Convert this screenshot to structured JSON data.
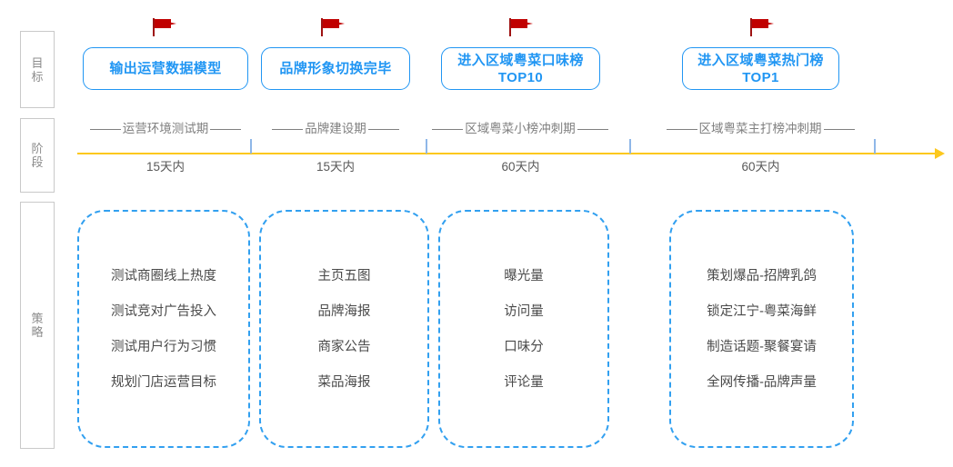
{
  "row_labels": [
    {
      "name": "goal",
      "text": "目标"
    },
    {
      "name": "phase",
      "text": "阶段"
    },
    {
      "name": "strategy",
      "text": "策略"
    }
  ],
  "colors": {
    "accent_blue": "#2196f3",
    "dashed_blue": "#32a0f0",
    "timeline_yellow": "#fcc81e",
    "flag_red": "#c00000",
    "tick_blue": "#8fb7e8",
    "label_gray": "#8c8c8c",
    "body_gray": "#4a4a4a"
  },
  "columns": [
    {
      "goal_line1": "输出运营数据模型",
      "goal_line2": "",
      "flag": "red-flag-icon",
      "phase_name": "运营环境测试期",
      "duration": "15天内",
      "strategies": [
        "测试商圈线上热度",
        "测试竞对广告投入",
        "测试用户行为习惯",
        "规划门店运营目标"
      ]
    },
    {
      "goal_line1": "品牌形象切换完毕",
      "goal_line2": "",
      "flag": "red-flag-icon",
      "phase_name": "品牌建设期",
      "duration": "15天内",
      "strategies": [
        "主页五图",
        "品牌海报",
        "商家公告",
        "菜品海报"
      ]
    },
    {
      "goal_line1": "进入区域粤菜口味榜",
      "goal_line2": "TOP10",
      "flag": "red-flag-icon",
      "phase_name": "区域粤菜小榜冲刺期",
      "duration": "60天内",
      "strategies": [
        "曝光量",
        "访问量",
        "口味分",
        "评论量"
      ]
    },
    {
      "goal_line1": "进入区域粤菜热门榜",
      "goal_line2": "TOP1",
      "flag": "red-flag-icon",
      "phase_name": "区域粤菜主打榜冲刺期",
      "duration": "60天内",
      "strategies": [
        "策划爆品-招牌乳鸽",
        "锁定江宁-粤菜海鲜",
        "制造话题-聚餐宴请",
        "全网传播-品牌声量"
      ]
    }
  ]
}
